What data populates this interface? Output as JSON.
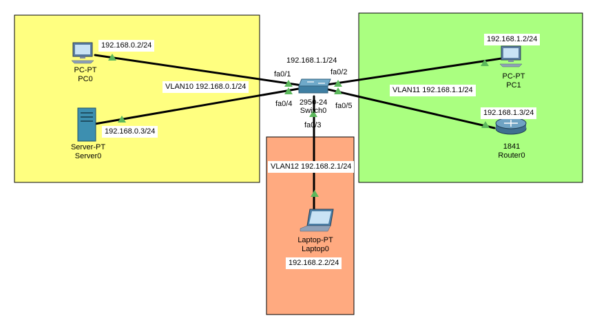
{
  "zones": {
    "vlan10_color": "#ffff80",
    "vlan11_color": "#aaff80",
    "vlan12_color": "#ffaa80"
  },
  "colors": {
    "link": "#000000",
    "port_up": "#5cb85c",
    "device_blue": "#2f7fbf"
  },
  "switch": {
    "model": "2950-24",
    "name": "Switch0",
    "ip": "192.168.1.1/24",
    "ports": {
      "fa0_1": "fa0/1",
      "fa0_2": "fa0/2",
      "fa0_3": "fa0/3",
      "fa0_4": "fa0/4",
      "fa0_5": "fa0/5"
    }
  },
  "pc0": {
    "type": "PC-PT",
    "name": "PC0",
    "ip": "192.168.0.2/24"
  },
  "server0": {
    "type": "Server-PT",
    "name": "Server0",
    "ip": "192.168.0.3/24"
  },
  "pc1": {
    "type": "PC-PT",
    "name": "PC1",
    "ip": "192.168.1.2/24"
  },
  "router0": {
    "type": "1841",
    "name": "Router0",
    "ip": "192.168.1.3/24"
  },
  "laptop0": {
    "type": "Laptop-PT",
    "name": "Laptop0",
    "ip": "192.168.2.2/24"
  },
  "vlans": {
    "vlan10": "VLAN10 192.168.0.1/24",
    "vlan11": "VLAN11 192.168.1.1/24",
    "vlan12": "VLAN12 192.168.2.1/24"
  }
}
